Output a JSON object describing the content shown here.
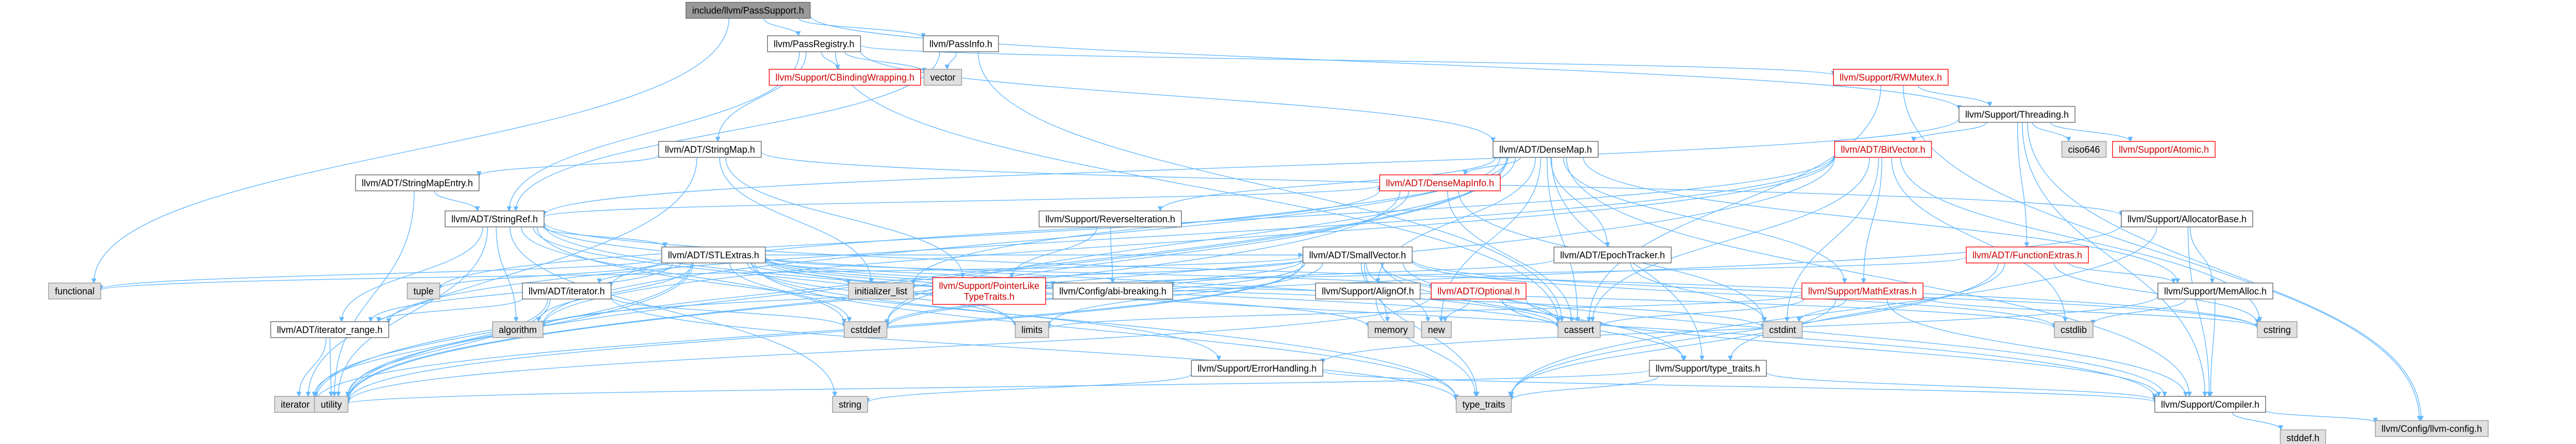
{
  "nodes": [
    {
      "id": "root",
      "label": "include/llvm/PassSupport.h",
      "style": "root"
    },
    {
      "id": "passreg",
      "label": "llvm/PassRegistry.h",
      "style": "normal"
    },
    {
      "id": "passinfo",
      "label": "llvm/PassInfo.h",
      "style": "normal"
    },
    {
      "id": "cbind",
      "label": "llvm/Support/CBindingWrapping.h",
      "style": "missing"
    },
    {
      "id": "vector",
      "label": "vector",
      "style": "system"
    },
    {
      "id": "rwmutex",
      "label": "llvm/Support/RWMutex.h",
      "style": "missing"
    },
    {
      "id": "threading",
      "label": "llvm/Support/Threading.h",
      "style": "normal"
    },
    {
      "id": "stringmap",
      "label": "llvm/ADT/StringMap.h",
      "style": "normal"
    },
    {
      "id": "densemap",
      "label": "llvm/ADT/DenseMap.h",
      "style": "normal"
    },
    {
      "id": "bitvector",
      "label": "llvm/ADT/BitVector.h",
      "style": "missing"
    },
    {
      "id": "ciso646",
      "label": "ciso646",
      "style": "system"
    },
    {
      "id": "atomic",
      "label": "llvm/Support/Atomic.h",
      "style": "missing"
    },
    {
      "id": "smentry",
      "label": "llvm/ADT/StringMapEntry.h",
      "style": "normal"
    },
    {
      "id": "dminfo",
      "label": "llvm/ADT/DenseMapInfo.h",
      "style": "missing"
    },
    {
      "id": "stringref",
      "label": "llvm/ADT/StringRef.h",
      "style": "normal"
    },
    {
      "id": "stlextras",
      "label": "llvm/ADT/STLExtras.h",
      "style": "normal"
    },
    {
      "id": "revit",
      "label": "llvm/Support/ReverseIteration.h",
      "style": "normal"
    },
    {
      "id": "smallvec",
      "label": "llvm/ADT/SmallVector.h",
      "style": "normal"
    },
    {
      "id": "epoch",
      "label": "llvm/ADT/EpochTracker.h",
      "style": "normal"
    },
    {
      "id": "funcextras",
      "label": "llvm/ADT/FunctionExtras.h",
      "style": "missing"
    },
    {
      "id": "allocbase",
      "label": "llvm/Support/AllocatorBase.h",
      "style": "normal"
    },
    {
      "id": "functional",
      "label": "functional",
      "style": "system"
    },
    {
      "id": "tuple",
      "label": "tuple",
      "style": "system"
    },
    {
      "id": "adtiter",
      "label": "llvm/ADT/iterator.h",
      "style": "normal"
    },
    {
      "id": "initlist",
      "label": "initializer_list",
      "style": "system"
    },
    {
      "id": "ptrlike",
      "label": "llvm/Support/PointerLike\nTypeTraits.h",
      "style": "missing"
    },
    {
      "id": "cfgabi",
      "label": "llvm/Config/abi-breaking.h",
      "style": "normal"
    },
    {
      "id": "alignof",
      "label": "llvm/Support/AlignOf.h",
      "style": "normal"
    },
    {
      "id": "optional",
      "label": "llvm/ADT/Optional.h",
      "style": "missing"
    },
    {
      "id": "mathextras",
      "label": "llvm/Support/MathExtras.h",
      "style": "missing"
    },
    {
      "id": "memalloc",
      "label": "llvm/Support/MemAlloc.h",
      "style": "normal"
    },
    {
      "id": "iterrange",
      "label": "llvm/ADT/iterator_range.h",
      "style": "normal"
    },
    {
      "id": "algorithm",
      "label": "algorithm",
      "style": "system"
    },
    {
      "id": "cstddef",
      "label": "cstddef",
      "style": "system"
    },
    {
      "id": "limits",
      "label": "limits",
      "style": "system"
    },
    {
      "id": "memory",
      "label": "memory",
      "style": "system"
    },
    {
      "id": "new",
      "label": "new",
      "style": "system"
    },
    {
      "id": "cassert",
      "label": "cassert",
      "style": "system"
    },
    {
      "id": "cstdint",
      "label": "cstdint",
      "style": "system"
    },
    {
      "id": "cstdlib",
      "label": "cstdlib",
      "style": "system"
    },
    {
      "id": "cstring",
      "label": "cstring",
      "style": "system"
    },
    {
      "id": "errhandling",
      "label": "llvm/Support/ErrorHandling.h",
      "style": "normal"
    },
    {
      "id": "typetraitsh",
      "label": "llvm/Support/type_traits.h",
      "style": "normal"
    },
    {
      "id": "compiler",
      "label": "llvm/Support/Compiler.h",
      "style": "normal"
    },
    {
      "id": "iterator",
      "label": "iterator",
      "style": "system"
    },
    {
      "id": "utility",
      "label": "utility",
      "style": "system"
    },
    {
      "id": "string",
      "label": "string",
      "style": "system"
    },
    {
      "id": "typetraits",
      "label": "type_traits",
      "style": "system"
    },
    {
      "id": "llvmcfg",
      "label": "llvm/Config/llvm-config.h",
      "style": "system"
    },
    {
      "id": "stddef",
      "label": "stddef.h",
      "style": "system"
    }
  ],
  "edges": [
    [
      "root",
      "passreg"
    ],
    [
      "root",
      "passinfo"
    ],
    [
      "root",
      "threading"
    ],
    [
      "root",
      "functional"
    ],
    [
      "passreg",
      "cbind"
    ],
    [
      "passreg",
      "vector"
    ],
    [
      "passreg",
      "rwmutex"
    ],
    [
      "passreg",
      "stringmap"
    ],
    [
      "passreg",
      "densemap"
    ],
    [
      "passreg",
      "stringref"
    ],
    [
      "passreg",
      "cassert"
    ],
    [
      "passinfo",
      "vector"
    ],
    [
      "passinfo",
      "stringref"
    ],
    [
      "passinfo",
      "cassert"
    ],
    [
      "rwmutex",
      "threading"
    ],
    [
      "rwmutex",
      "llvmcfg"
    ],
    [
      "rwmutex",
      "cassert"
    ],
    [
      "threading",
      "bitvector"
    ],
    [
      "threading",
      "ciso646"
    ],
    [
      "threading",
      "atomic"
    ],
    [
      "threading",
      "funcextras"
    ],
    [
      "threading",
      "stringref"
    ],
    [
      "threading",
      "compiler"
    ],
    [
      "threading",
      "llvmcfg"
    ],
    [
      "stringmap",
      "smentry"
    ],
    [
      "stringmap",
      "allocbase"
    ],
    [
      "stringmap",
      "ptrlike"
    ],
    [
      "stringmap",
      "initlist"
    ],
    [
      "stringmap",
      "iterator"
    ],
    [
      "smentry",
      "stringref"
    ],
    [
      "smentry",
      "utility"
    ],
    [
      "densemap",
      "dminfo"
    ],
    [
      "densemap",
      "epoch"
    ],
    [
      "densemap",
      "alignof"
    ],
    [
      "densemap",
      "compiler"
    ],
    [
      "densemap",
      "mathextras"
    ],
    [
      "densemap",
      "memalloc"
    ],
    [
      "densemap",
      "revit"
    ],
    [
      "densemap",
      "typetraitsh"
    ],
    [
      "densemap",
      "algorithm"
    ],
    [
      "densemap",
      "cassert"
    ],
    [
      "densemap",
      "cstddef"
    ],
    [
      "densemap",
      "initlist"
    ],
    [
      "densemap",
      "iterator"
    ],
    [
      "densemap",
      "new"
    ],
    [
      "densemap",
      "utility"
    ],
    [
      "bitvector",
      "adtiter"
    ],
    [
      "bitvector",
      "iterrange"
    ],
    [
      "bitvector",
      "mathextras"
    ],
    [
      "bitvector",
      "algorithm"
    ],
    [
      "bitvector",
      "cassert"
    ],
    [
      "bitvector",
      "climits"
    ],
    [
      "bitvector",
      "cstdint"
    ],
    [
      "bitvector",
      "cstdlib"
    ],
    [
      "bitvector",
      "cstring"
    ],
    [
      "bitvector",
      "utility"
    ],
    [
      "dminfo",
      "cassert"
    ],
    [
      "dminfo",
      "cstddef"
    ],
    [
      "dminfo",
      "cstdint"
    ],
    [
      "dminfo",
      "tuple"
    ],
    [
      "dminfo",
      "utility"
    ],
    [
      "stringref",
      "dminfo"
    ],
    [
      "stringref",
      "stlextras"
    ],
    [
      "stringref",
      "iterrange"
    ],
    [
      "stringref",
      "compiler"
    ],
    [
      "stringref",
      "algorithm"
    ],
    [
      "stringref",
      "cassert"
    ],
    [
      "stringref",
      "cstddef"
    ],
    [
      "stringref",
      "cstring"
    ],
    [
      "stringref",
      "limits"
    ],
    [
      "stringref",
      "string"
    ],
    [
      "stringref",
      "typetraits"
    ],
    [
      "stringref",
      "utility"
    ],
    [
      "stlextras",
      "adtiter"
    ],
    [
      "stlextras",
      "iterrange"
    ],
    [
      "stlextras",
      "smallvec"
    ],
    [
      "stlextras",
      "cfgabi"
    ],
    [
      "stlextras",
      "errhandling"
    ],
    [
      "stlextras",
      "algorithm"
    ],
    [
      "stlextras",
      "cassert"
    ],
    [
      "stlextras",
      "cstddef"
    ],
    [
      "stlextras",
      "cstdint"
    ],
    [
      "stlextras",
      "cstdlib"
    ],
    [
      "stlextras",
      "functional"
    ],
    [
      "stlextras",
      "initlist"
    ],
    [
      "stlextras",
      "iterator"
    ],
    [
      "stlextras",
      "limits"
    ],
    [
      "stlextras",
      "memory"
    ],
    [
      "stlextras",
      "optional"
    ],
    [
      "stlextras",
      "tuple"
    ],
    [
      "stlextras",
      "typetraits"
    ],
    [
      "stlextras",
      "utility"
    ],
    [
      "revit",
      "ptrlike"
    ],
    [
      "revit",
      "cfgabi"
    ],
    [
      "smallvec",
      "compiler"
    ],
    [
      "smallvec",
      "typetraitsh"
    ],
    [
      "smallvec",
      "algorithm"
    ],
    [
      "smallvec",
      "cassert"
    ],
    [
      "smallvec",
      "cstddef"
    ],
    [
      "smallvec",
      "cstdlib"
    ],
    [
      "smallvec",
      "cstring"
    ],
    [
      "smallvec",
      "functional"
    ],
    [
      "smallvec",
      "initlist"
    ],
    [
      "smallvec",
      "iterator"
    ],
    [
      "smallvec",
      "limits"
    ],
    [
      "smallvec",
      "memory"
    ],
    [
      "smallvec",
      "new"
    ],
    [
      "smallvec",
      "typetraits"
    ],
    [
      "smallvec",
      "utility"
    ],
    [
      "epoch",
      "cfgabi"
    ],
    [
      "epoch",
      "cstdint"
    ],
    [
      "funcextras",
      "ptrlike"
    ],
    [
      "funcextras",
      "memalloc"
    ],
    [
      "funcextras",
      "typetraitsh"
    ],
    [
      "funcextras",
      "cstring"
    ],
    [
      "funcextras",
      "typetraits"
    ],
    [
      "allocbase",
      "compiler"
    ],
    [
      "allocbase",
      "memalloc"
    ],
    [
      "allocbase",
      "typetraits"
    ],
    [
      "allocbase",
      "cstddef"
    ],
    [
      "adtiter",
      "iterrange"
    ],
    [
      "adtiter",
      "cstddef"
    ],
    [
      "adtiter",
      "iterator"
    ],
    [
      "adtiter",
      "typetraits"
    ],
    [
      "adtiter",
      "utility"
    ],
    [
      "iterrange",
      "iterator"
    ],
    [
      "iterrange",
      "utility"
    ],
    [
      "alignof",
      "typetraits"
    ],
    [
      "optional",
      "compiler"
    ],
    [
      "optional",
      "typetraitsh"
    ],
    [
      "optional",
      "cassert"
    ],
    [
      "optional",
      "new"
    ],
    [
      "optional",
      "utility"
    ],
    [
      "mathextras",
      "compiler"
    ],
    [
      "mathextras",
      "cassert"
    ],
    [
      "mathextras",
      "climits"
    ],
    [
      "mathextras",
      "cstdint"
    ],
    [
      "mathextras",
      "cstring"
    ],
    [
      "mathextras",
      "limits"
    ],
    [
      "mathextras",
      "typetraits"
    ],
    [
      "memalloc",
      "compiler"
    ],
    [
      "memalloc",
      "errhandling"
    ],
    [
      "memalloc",
      "cstdlib"
    ],
    [
      "errhandling",
      "compiler"
    ],
    [
      "errhandling",
      "string"
    ],
    [
      "typetraitsh",
      "compiler"
    ],
    [
      "typetraitsh",
      "typetraits"
    ],
    [
      "typetraitsh",
      "utility"
    ],
    [
      "compiler",
      "llvmcfg"
    ],
    [
      "compiler",
      "stddef"
    ]
  ]
}
